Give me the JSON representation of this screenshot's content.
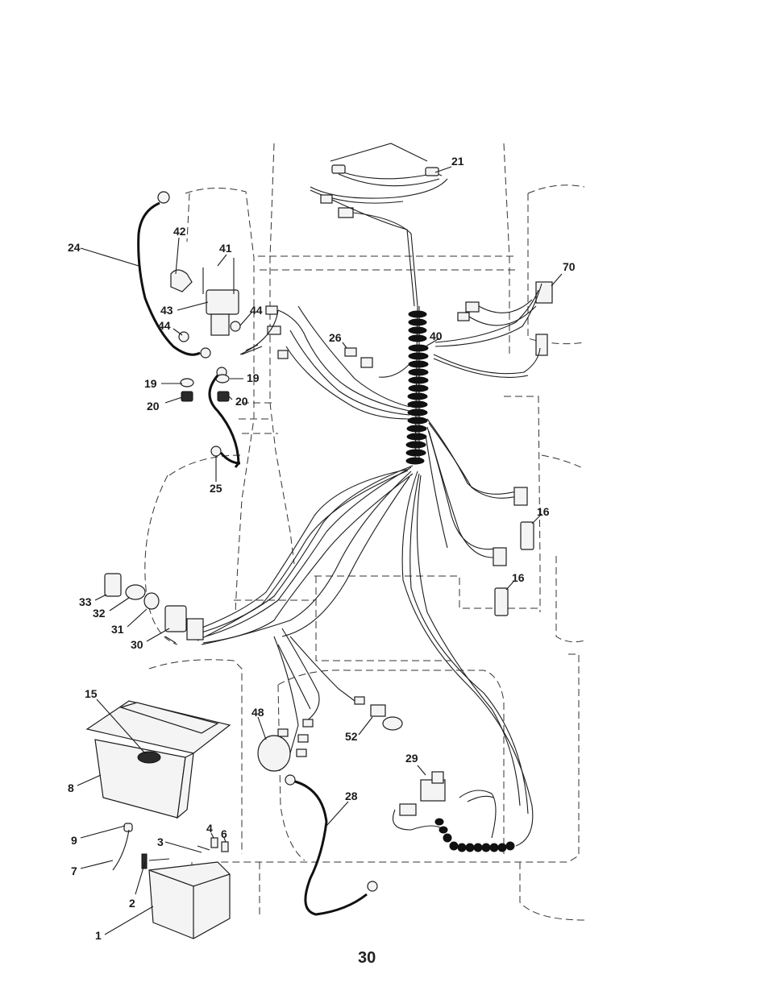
{
  "diagram": {
    "callouts": {
      "c1": "1",
      "c2": "2",
      "c3": "3",
      "c4": "4",
      "c6": "6",
      "c7": "7",
      "c8": "8",
      "c9": "9",
      "c15": "15",
      "c16a": "16",
      "c16b": "16",
      "c19a": "19",
      "c19b": "19",
      "c20a": "20",
      "c20b": "20",
      "c21": "21",
      "c24": "24",
      "c25": "25",
      "c26": "26",
      "c28": "28",
      "c29": "29",
      "c30": "30",
      "c31": "31",
      "c32": "32",
      "c33": "33",
      "c40": "40",
      "c41": "41",
      "c42": "42",
      "c43": "43",
      "c44a": "44",
      "c44b": "44",
      "c48": "48",
      "c52": "52",
      "c70": "70"
    }
  },
  "page_number": "30"
}
